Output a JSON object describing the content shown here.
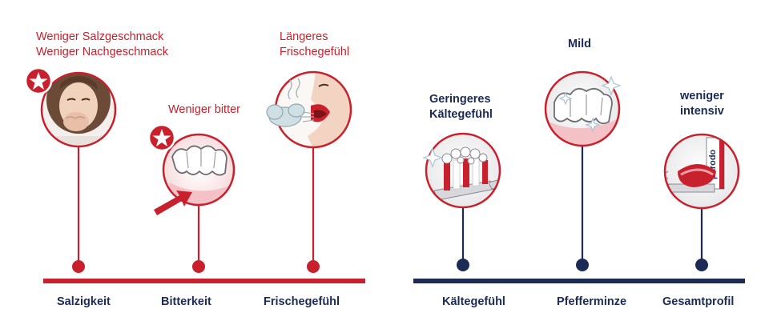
{
  "left_panel": {
    "accent": "#c8202c",
    "items": [
      {
        "axis_label": "Salzigkeit",
        "callout": "Weniger Salzgeschmack\nWeniger Nachgeschmack",
        "icon": "grimacing-woman-icon",
        "star": true
      },
      {
        "axis_label": "Bitterkeit",
        "callout": "Weniger bitter",
        "icon": "teeth-arrow-icon",
        "star": true
      },
      {
        "axis_label": "Frischegefühl",
        "callout": "Längeres\nFrischegefühl",
        "icon": "fresh-breath-icon",
        "star": false
      }
    ]
  },
  "right_panel": {
    "accent": "#1c2b56",
    "items": [
      {
        "axis_label": "Kältegefühl",
        "callout": "Geringeres\nKältegefühl",
        "icon": "toothbrush-foam-icon"
      },
      {
        "axis_label": "Pfefferminze",
        "callout": "Mild",
        "icon": "sparkling-teeth-icon"
      },
      {
        "axis_label": "Gesamtprofil",
        "callout": "weniger\nintensiv",
        "icon": "toothpaste-brush-icon",
        "brand_text": "parodo"
      }
    ]
  }
}
